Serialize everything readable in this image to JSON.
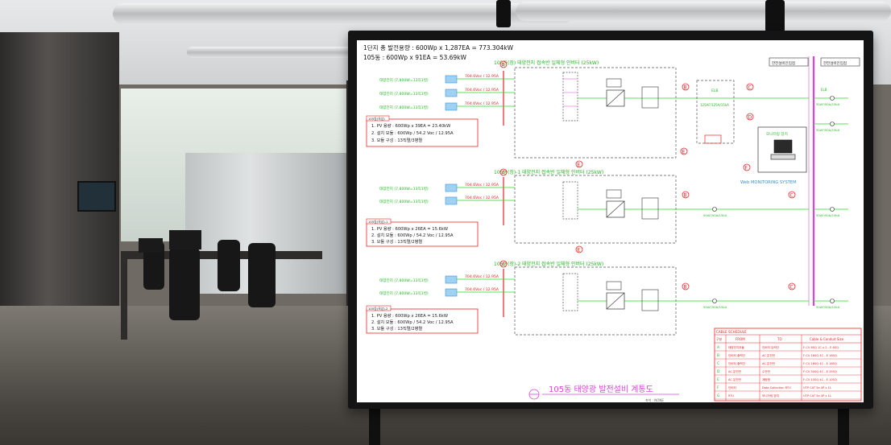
{
  "drawing": {
    "header_line1": "1단지 총 발전용량 : 600Wp x 1,287EA = 773.304kW",
    "header_line2": "105동 : 600Wp x 91EA = 53.69kW",
    "top_right_boxes": [
      "한전설비인입점",
      "한전설비인입점"
    ],
    "title": "105동 태양광 발전설비 계통도",
    "title_note": "축척 : NONE",
    "monitoring_label": "Web MONITORING SYSTEM",
    "sections": [
      {
        "label": "105동(장) 태양전지 접속반 일체형 인버터 (25kW)",
        "info_tag": "105동(옥상)",
        "info_lines": [
          "1. PV 용량 : 600Wp x 39EA = 23.40kW",
          "2. 설치 모듈 : 600Wp / 54.2 Voc / 12.95A",
          "3. 모듈 구성 : 13직렬/3병렬"
        ],
        "strings": [
          "태양전지 (7,800W=13직1병)",
          "태양전지 (7,800W=13직1병)",
          "태양전지 (7,800W=13직1병)"
        ],
        "string_values": [
          "704.6Voc / 12.95A",
          "704.6Voc / 12.95A",
          "704.6Voc / 12.95A"
        ]
      },
      {
        "label": "105동(장)-1 태양전지 접속반 일체형 인버터 (25kW)",
        "info_tag": "105동(옥상)-1",
        "info_lines": [
          "1. PV 용량 : 600Wp x 26EA = 15.6kW",
          "2. 설치 모듈 : 600Wp / 54.2 Voc / 12.95A",
          "3. 모듈 구성 : 13직렬/2병렬"
        ],
        "strings": [
          "태양전지 (7,800W=13직1병)",
          "태양전지 (7,800W=13직1병)"
        ],
        "string_values": [
          "704.6Voc / 12.95A",
          "704.6Voc / 12.95A"
        ]
      },
      {
        "label": "105동(장)-2 태양전지 접속반 일체형 인버터 (25kW)",
        "info_tag": "105동(옥상)-2",
        "info_lines": [
          "1. PV 용량 : 600Wp x 26EA = 15.6kW",
          "2. 설치 모듈 : 600Wp / 54.2 Voc / 12.95A",
          "3. 모듈 구성 : 13직렬/2병렬"
        ],
        "strings": [
          "태양전지 (7,800W=13직1병)",
          "태양전지 (7,800W=13직1병)"
        ],
        "string_values": [
          "704.6Voc / 12.95A",
          "704.6Voc / 12.95A"
        ]
      }
    ],
    "markers": [
      "A",
      "B",
      "C",
      "D",
      "E",
      "F"
    ],
    "breaker_labels": [
      "ELB",
      "50AF/50A/15kA",
      "125AF/125A/15kA"
    ],
    "monitor_box_label": "모니터링 장치",
    "cable_table": {
      "title": "CABLE SCHEDULE",
      "headers": [
        "구분",
        "FROM",
        "TO",
        "Cable & Conduit Size"
      ],
      "rows": [
        [
          "A",
          "태양전지모듈",
          "인버터 입력단",
          "F-CV 6SQ 1C x 2 - E 6SQ"
        ],
        [
          "B",
          "인버터 출력단",
          "AC 분전반",
          "F-CV 16SQ 4C - E 16SQ"
        ],
        [
          "C",
          "인버터 출력단",
          "AC 분전반",
          "F-CV 16SQ 4C - E 16SQ"
        ],
        [
          "D",
          "AC 분전반",
          "수전반",
          "F-CV 50SQ 4C - E 25SQ"
        ],
        [
          "E",
          "AC 분전반",
          "계량함",
          "F-CV 10SQ 4C - E 10SQ"
        ],
        [
          "F",
          "인버터",
          "Data Collection RTU",
          "UTP CAT 5e 4P x 1L"
        ],
        [
          "G",
          "RTU",
          "모니터링 장치",
          "UTP CAT 5e 4P x 1L"
        ]
      ]
    }
  },
  "colors": {
    "line_green": "#22dd22",
    "mark_red": "#ee2222",
    "bus_magenta": "#e040e0",
    "dash_gray": "#555555",
    "panel_blue": "#3d8fd6"
  }
}
